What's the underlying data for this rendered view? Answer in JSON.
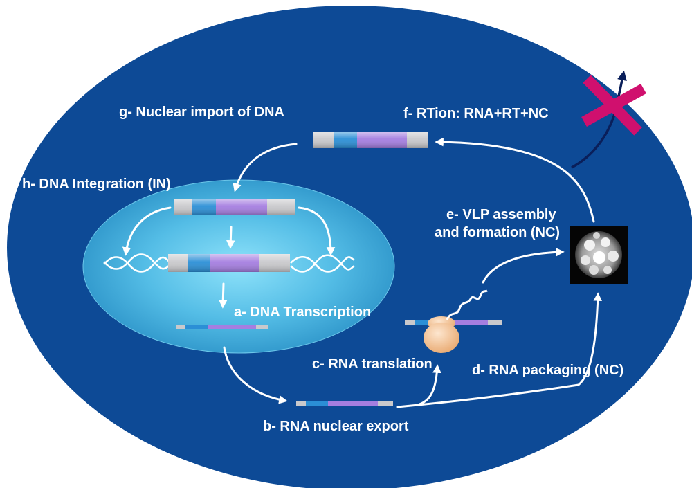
{
  "colors": {
    "cell": "#0d4a96",
    "cell_edge": "#0a3a7a",
    "nucleus_center": "#7ad8f5",
    "nucleus_edge": "#2fa0d0",
    "dna_blue": "#2b8fd6",
    "dna_purple": "#a57ee0",
    "dna_grey": "#c9c9cc",
    "arrow": "#ffffff",
    "cross": "#d0106e",
    "escape_arrow": "#0a1f5a",
    "ribosome": "#f6c59a"
  },
  "labels": {
    "g": "g- Nuclear import of DNA",
    "f": "f- RTion: RNA+RT+NC",
    "h": "h- DNA Integration (IN)",
    "e_line1": "e- VLP assembly",
    "e_line2": "and formation (NC)",
    "a": "a- DNA Transcription",
    "c": "c- RNA translation",
    "d": "d- RNA packaging (NC)",
    "b": "b- RNA nuclear export"
  },
  "icons": {
    "vlp": "vlp-particle-micrograph-icon",
    "cross": "blocked-cross-icon",
    "ribosome": "ribosome-icon"
  }
}
